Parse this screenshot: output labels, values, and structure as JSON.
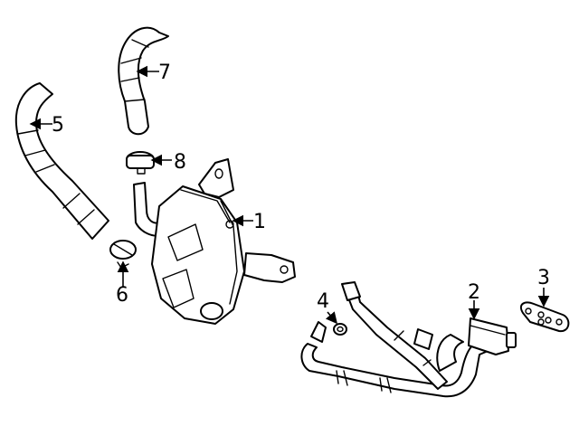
{
  "diagram": {
    "callouts": [
      {
        "id": "c1",
        "label": "1"
      },
      {
        "id": "c2",
        "label": "2"
      },
      {
        "id": "c3",
        "label": "3"
      },
      {
        "id": "c4",
        "label": "4"
      },
      {
        "id": "c5",
        "label": "5"
      },
      {
        "id": "c6",
        "label": "6"
      },
      {
        "id": "c7",
        "label": "7"
      },
      {
        "id": "c8",
        "label": "8"
      }
    ],
    "colors": {
      "line": "#000000",
      "background": "#ffffff"
    }
  }
}
